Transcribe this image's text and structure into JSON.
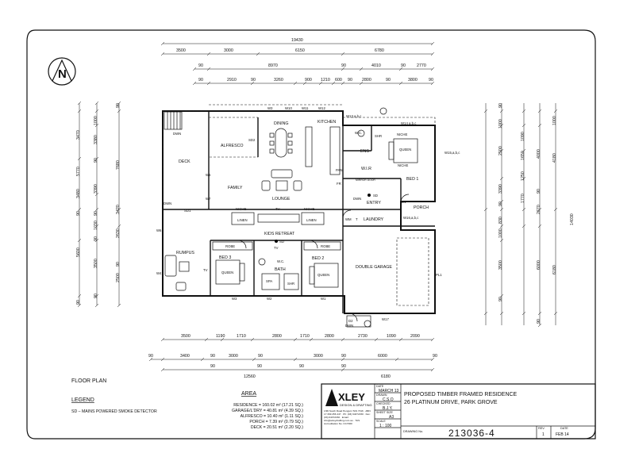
{
  "north": {
    "label": "N"
  },
  "plan_title": "FLOOR PLAN",
  "legend": {
    "title": "LEGEND",
    "text": "SD  –  MAINS POWERED SMOKE DETECTOR"
  },
  "area": {
    "title": "AREA",
    "rows": [
      "RESIDENCE = 160.02 m² (17.21 SQ.)",
      "GARAGE/L'DRY = 40.81 m² (4.39 SQ.)",
      "ALFRESCO = 10.40 m² (1.11 SQ.)",
      "PORCH = 7.39 m² (0.79 SQ.)",
      "DECK = 20.51 m² (2.20 SQ.)"
    ]
  },
  "rooms": {
    "dining": "DINING",
    "kitchen": "KITCHEN",
    "alfresco": "ALFRESCO",
    "deck": "DECK",
    "family": "FAMILY",
    "lounge": "LOUNGE",
    "bed1": "BED 1",
    "wir": "W.I.R",
    "ens": "ENS",
    "wc": "W.C.",
    "shr": "SHR",
    "niche": "NICHE",
    "queen": "QUEEN",
    "pan": "PAN",
    "fr": "FR",
    "entry": "ENTRY",
    "porch": "PORCH",
    "laundry": "LAUNDRY",
    "wm": "WM",
    "t": "T",
    "linen": "LINEN",
    "tv": "TV",
    "kids_retreat": "KIDS RETREAT",
    "rumpus": "RUMPUS",
    "bed3": "BED 3",
    "bed2": "BED 2",
    "robe": "ROBE",
    "bath": "BATH",
    "spa": "SPA",
    "double_garage": "DOUBLE GARAGE",
    "sd": "SD",
    "dwn": "DWN",
    "mirror_door": "MIRROR DOOR"
  },
  "windows": {
    "w3": "W3",
    "w10": "W10",
    "w11": "W11",
    "w12": "W12",
    "w13": "W13,a,b,c",
    "w14": "W14 a,b,c",
    "w15": "W15,a,b,c",
    "w16": "W16,a,b,c",
    "w17": "W17",
    "w2": "W2",
    "w1": "W1",
    "w5": "W5",
    "w7": "W7",
    "w6": "W6",
    "w4": "W4",
    "sd1": "SD1",
    "sd2": "SD2",
    "d1": "D1",
    "d2": "D2",
    "pl1": "PL1"
  },
  "dims": {
    "top1": [
      "19430"
    ],
    "top2": [
      "3500",
      "3000",
      "6150",
      "6780"
    ],
    "top3": [
      "90",
      "8970",
      "90",
      "4010",
      "90",
      "2770"
    ],
    "top4": [
      "90",
      "2910",
      "90",
      "3260",
      "900",
      "1210",
      "600",
      "90",
      "2800",
      "90",
      "3800",
      "90"
    ],
    "bot1": [
      "3500",
      "1190",
      "1710",
      "2800",
      "1710",
      "2800",
      "2730",
      "1090",
      "2090"
    ],
    "bot2": [
      "90",
      "3400",
      "90",
      "3000",
      "90",
      "3000",
      "90",
      "6000",
      "90"
    ],
    "bot3": [
      "90",
      "90",
      "90",
      "90"
    ],
    "bot4": [
      "12560",
      "6180"
    ],
    "left1": [
      "90",
      "3470",
      "1000",
      "3380",
      "5770",
      "90",
      "3480",
      "7680",
      "3390",
      "90",
      "1030",
      "3420",
      "90",
      "2630",
      "90",
      "5600",
      "3500",
      "90",
      "2500",
      "90",
      "90"
    ],
    "right1": [
      "90",
      "1000",
      "1000",
      "2500",
      "1090",
      "1650",
      "1250",
      "4000",
      "4180",
      "3390",
      "1770",
      "90",
      "2670",
      "90",
      "830",
      "1000",
      "14030",
      "3500",
      "6000",
      "6180",
      "90",
      "90"
    ]
  },
  "title_block": {
    "company": "XLEY",
    "company_sub": "DESIGN & DRAFTING",
    "address": "1/96 South Road Penguin TAS 7316 · ABN 17 399 256 447 · Ph: (03) 64372150 · Fax: (03) 64372150 · Email: info@axleydrafting.com.au · TAS Accreditation No. CC7000",
    "date_label": "DATE",
    "date": "MARCH 13",
    "drawn_label": "DRAWN",
    "drawn": "C.S.O",
    "checked_label": "CHECKED",
    "checked": "B.J.Y.",
    "sheet_label": "SHEET SIZE",
    "sheet": "A3",
    "scale_label": "SCALE",
    "scale": "1 : 100",
    "project_line1": "PROPOSED TIMBER FRAMED RESIDENCE",
    "project_line2": "26 PLATINUM DRIVE, PARK GROVE",
    "drawing_no_label": "DRAWING No.",
    "drawing_no": "213036-4",
    "rev_label": "REV.",
    "rev": "1",
    "rev_date_label": "DATE",
    "rev_date": "FEB 14"
  }
}
